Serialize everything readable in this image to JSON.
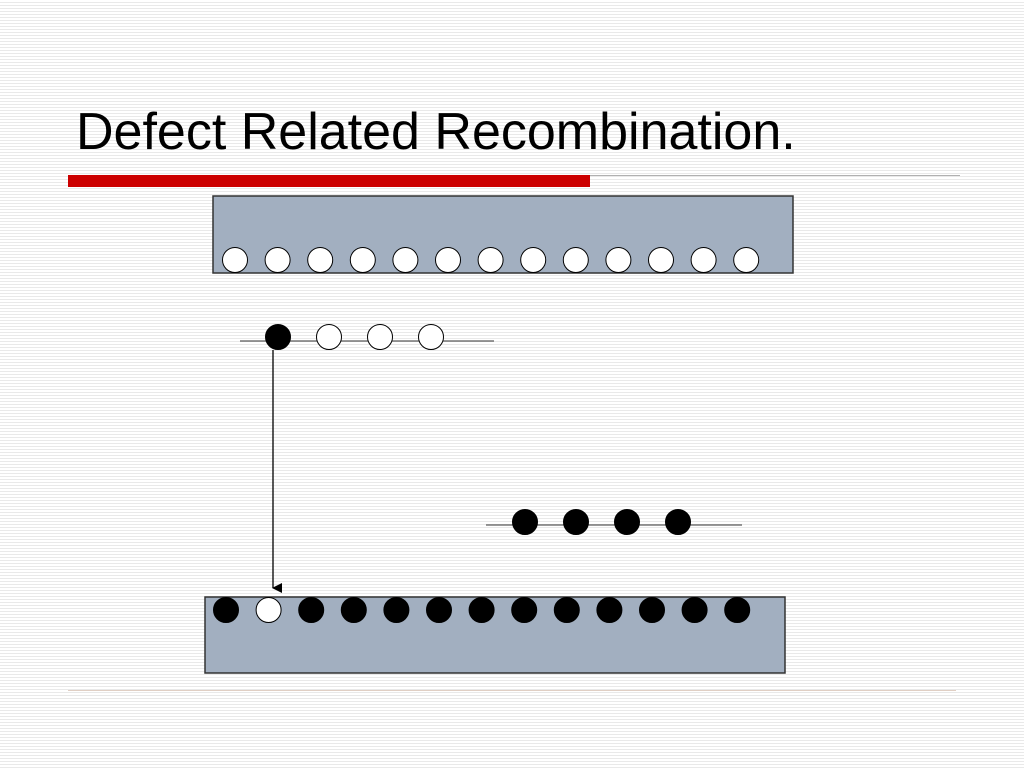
{
  "slide": {
    "title": "Defect Related Recombination."
  },
  "colors": {
    "accent_red": "#cc0000",
    "thin_rule": "#b0b0b0",
    "bottom_rule": "#e0cfc4",
    "band_fill": "#a2afc0",
    "band_stroke": "#333333",
    "filled_state": "#000000",
    "empty_state": "#ffffff"
  },
  "diagram": {
    "conduction_band": {
      "states": [
        "empty",
        "empty",
        "empty",
        "empty",
        "empty",
        "empty",
        "empty",
        "empty",
        "empty",
        "empty",
        "empty",
        "empty",
        "empty"
      ]
    },
    "upper_trap_level": {
      "states": [
        "filled",
        "empty",
        "empty",
        "empty"
      ]
    },
    "lower_trap_level": {
      "states": [
        "filled",
        "filled",
        "filled",
        "filled"
      ]
    },
    "valence_band": {
      "states": [
        "filled",
        "empty",
        "filled",
        "filled",
        "filled",
        "filled",
        "filled",
        "filled",
        "filled",
        "filled",
        "filled",
        "filled",
        "filled"
      ]
    },
    "transition": {
      "from": "upper_trap_level.0",
      "to": "valence_band.1"
    }
  }
}
